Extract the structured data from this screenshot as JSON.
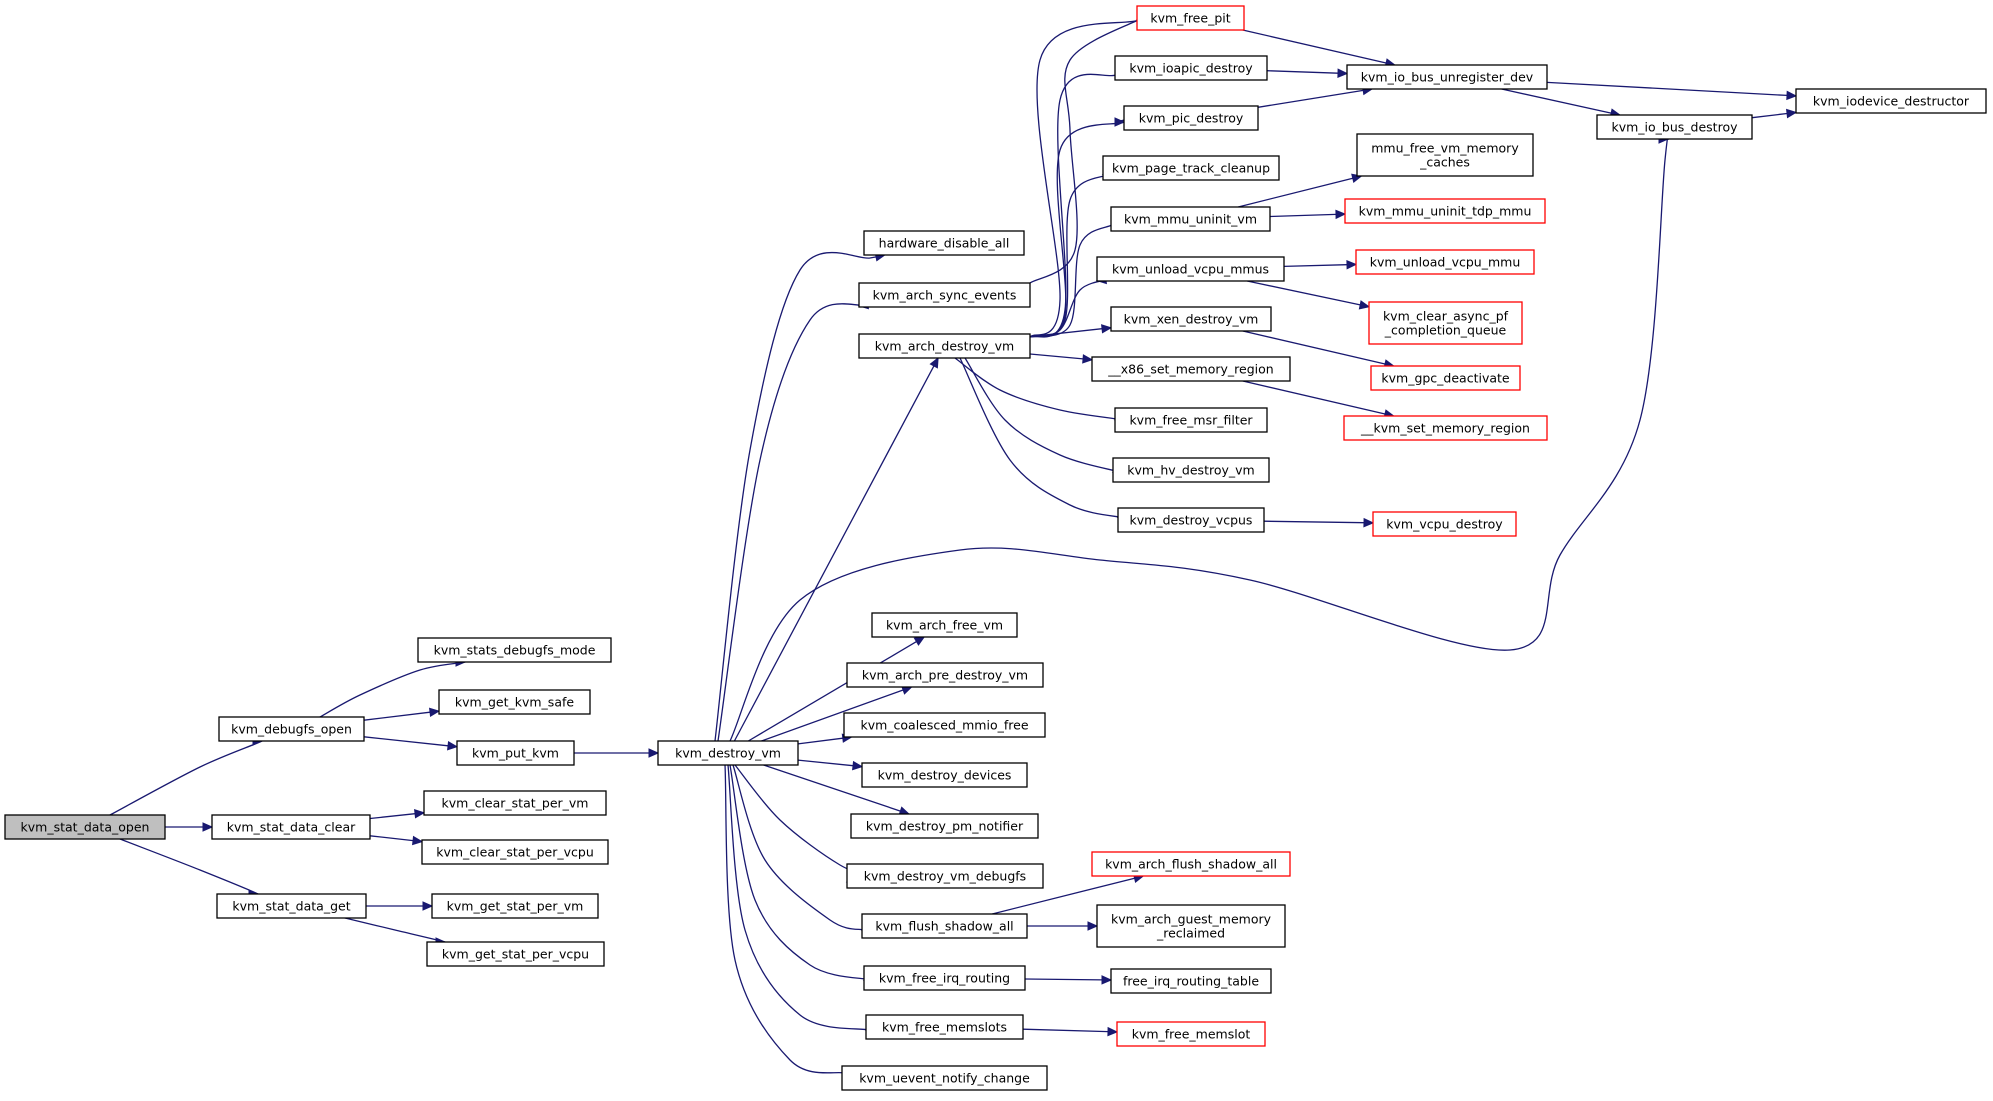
{
  "nodes": {
    "n_root": {
      "lines": [
        "kvm_stat_data_open"
      ],
      "kind": "root"
    },
    "n_debugfs_open": {
      "lines": [
        "kvm_debugfs_open"
      ],
      "kind": "normal"
    },
    "n_stat_clear": {
      "lines": [
        "kvm_stat_data_clear"
      ],
      "kind": "normal"
    },
    "n_stat_get": {
      "lines": [
        "kvm_stat_data_get"
      ],
      "kind": "normal"
    },
    "n_debugfs_mode": {
      "lines": [
        "kvm_stats_debugfs_mode"
      ],
      "kind": "normal"
    },
    "n_get_kvm_safe": {
      "lines": [
        "kvm_get_kvm_safe"
      ],
      "kind": "normal"
    },
    "n_put_kvm": {
      "lines": [
        "kvm_put_kvm"
      ],
      "kind": "normal"
    },
    "n_clear_vm": {
      "lines": [
        "kvm_clear_stat_per_vm"
      ],
      "kind": "normal"
    },
    "n_clear_vcpu": {
      "lines": [
        "kvm_clear_stat_per_vcpu"
      ],
      "kind": "normal"
    },
    "n_get_vm": {
      "lines": [
        "kvm_get_stat_per_vm"
      ],
      "kind": "normal"
    },
    "n_get_vcpu": {
      "lines": [
        "kvm_get_stat_per_vcpu"
      ],
      "kind": "normal"
    },
    "n_destroy_vm": {
      "lines": [
        "kvm_destroy_vm"
      ],
      "kind": "normal"
    },
    "n_hw_disable": {
      "lines": [
        "hardware_disable_all"
      ],
      "kind": "normal"
    },
    "n_sync_events": {
      "lines": [
        "kvm_arch_sync_events"
      ],
      "kind": "normal"
    },
    "n_arch_destroy": {
      "lines": [
        "kvm_arch_destroy_vm"
      ],
      "kind": "normal"
    },
    "n_arch_free": {
      "lines": [
        "kvm_arch_free_vm"
      ],
      "kind": "normal"
    },
    "n_pre_destroy": {
      "lines": [
        "kvm_arch_pre_destroy_vm"
      ],
      "kind": "normal"
    },
    "n_coalesced": {
      "lines": [
        "kvm_coalesced_mmio_free"
      ],
      "kind": "normal"
    },
    "n_destroy_devices": {
      "lines": [
        "kvm_destroy_devices"
      ],
      "kind": "normal"
    },
    "n_pm_notifier": {
      "lines": [
        "kvm_destroy_pm_notifier"
      ],
      "kind": "normal"
    },
    "n_vm_debugfs": {
      "lines": [
        "kvm_destroy_vm_debugfs"
      ],
      "kind": "normal"
    },
    "n_flush_shadow": {
      "lines": [
        "kvm_flush_shadow_all"
      ],
      "kind": "normal"
    },
    "n_free_irq": {
      "lines": [
        "kvm_free_irq_routing"
      ],
      "kind": "normal"
    },
    "n_free_memslots": {
      "lines": [
        "kvm_free_memslots"
      ],
      "kind": "normal"
    },
    "n_uevent": {
      "lines": [
        "kvm_uevent_notify_change"
      ],
      "kind": "normal"
    },
    "n_free_pit": {
      "lines": [
        "kvm_free_pit"
      ],
      "kind": "red"
    },
    "n_ioapic": {
      "lines": [
        "kvm_ioapic_destroy"
      ],
      "kind": "normal"
    },
    "n_pic": {
      "lines": [
        "kvm_pic_destroy"
      ],
      "kind": "normal"
    },
    "n_page_track": {
      "lines": [
        "kvm_page_track_cleanup"
      ],
      "kind": "normal"
    },
    "n_mmu_uninit": {
      "lines": [
        "kvm_mmu_uninit_vm"
      ],
      "kind": "normal"
    },
    "n_unload_mmus": {
      "lines": [
        "kvm_unload_vcpu_mmus"
      ],
      "kind": "normal"
    },
    "n_xen": {
      "lines": [
        "kvm_xen_destroy_vm"
      ],
      "kind": "normal"
    },
    "n_x86_mem": {
      "lines": [
        "__x86_set_memory_region"
      ],
      "kind": "normal"
    },
    "n_msr": {
      "lines": [
        "kvm_free_msr_filter"
      ],
      "kind": "normal"
    },
    "n_hv": {
      "lines": [
        "kvm_hv_destroy_vm"
      ],
      "kind": "normal"
    },
    "n_destroy_vcpus": {
      "lines": [
        "kvm_destroy_vcpus"
      ],
      "kind": "normal"
    },
    "n_io_unreg": {
      "lines": [
        "kvm_io_bus_unregister_dev"
      ],
      "kind": "normal"
    },
    "n_io_destroy": {
      "lines": [
        "kvm_io_bus_destroy"
      ],
      "kind": "normal"
    },
    "n_iodev": {
      "lines": [
        "kvm_iodevice_destructor"
      ],
      "kind": "normal"
    },
    "n_mmu_caches": {
      "lines": [
        "mmu_free_vm_memory",
        "_caches"
      ],
      "kind": "normal"
    },
    "n_tdp": {
      "lines": [
        "kvm_mmu_uninit_tdp_mmu"
      ],
      "kind": "red"
    },
    "n_unload_mmu": {
      "lines": [
        "kvm_unload_vcpu_mmu"
      ],
      "kind": "red"
    },
    "n_async_pf": {
      "lines": [
        "kvm_clear_async_pf",
        "_completion_queue"
      ],
      "kind": "red"
    },
    "n_gpc": {
      "lines": [
        "kvm_gpc_deactivate"
      ],
      "kind": "red"
    },
    "n_kvm_mem": {
      "lines": [
        "__kvm_set_memory_region"
      ],
      "kind": "red"
    },
    "n_vcpu_destroy": {
      "lines": [
        "kvm_vcpu_destroy"
      ],
      "kind": "red"
    },
    "n_flush_shadow_arch": {
      "lines": [
        "kvm_arch_flush_shadow_all"
      ],
      "kind": "red"
    },
    "n_guest_mem": {
      "lines": [
        "kvm_arch_guest_memory",
        "_reclaimed"
      ],
      "kind": "normal"
    },
    "n_free_irq_table": {
      "lines": [
        "free_irq_routing_table"
      ],
      "kind": "normal"
    },
    "n_free_memslot": {
      "lines": [
        "kvm_free_memslot"
      ],
      "kind": "red"
    }
  },
  "colors": {
    "edge": "#191970",
    "red_border": "#ff0000",
    "root_fill": "#bfbfbf"
  }
}
